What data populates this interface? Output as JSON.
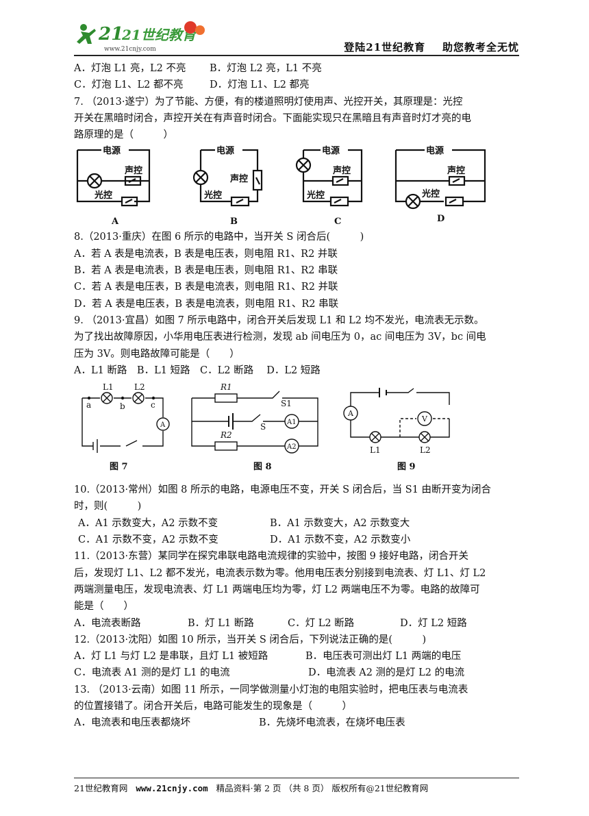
{
  "header": {
    "logo_text": "21世纪教育",
    "logo_url": "www.21cnjy.com",
    "slogan": "登陆21世纪教育    助您教考全无忧"
  },
  "q6_options": {
    "a": "A．灯泡 L1 亮，L2 不亮",
    "b": "B．灯泡 L2 亮，L1 不亮",
    "c": "C．灯泡 L1、L2 都不亮",
    "d": "D．灯泡 L1、L2 都亮"
  },
  "q7": {
    "line1": "7. （2013·遂宁）为了节能、方便，有的楼道照明灯使用声、光控开关，其原理是：光控",
    "line2": "开关在黑暗时闭合，声控开关在有声音时闭合。下面能实现只在黑暗且有声音时灯才亮的电",
    "line3": "路原理的是（　　　）",
    "circuit_labels": {
      "source": "电源",
      "sound": "声控",
      "light": "光控"
    },
    "captions": [
      "A",
      "B",
      "C",
      "D"
    ]
  },
  "q8": {
    "stem": "8.（2013·重庆）在图 6 所示的电路中，当开关 S 闭合后(　　　)",
    "a": "A．若 A 表是电流表，B 表是电压表，则电阻 R1、R2 并联",
    "b": "B．若 A 表是电流表，B 表是电压表，则电阻 R1、R2 串联",
    "c": "C．若 A 表是电压表，B 表是电流表，则电阻 R1、R2 并联",
    "d": "D．若 A 表是电压表，B 表是电流表，则电阻 R1、R2 串联"
  },
  "q9": {
    "line1": "9. （2013·宜昌）如图 7 所示电路中，闭合开关后发现 L1 和 L2 均不发光，电流表无示数。",
    "line2": "为了找出故障原因，小华用电压表进行检测，发现 ab 间电压为 0，ac 间电压为 3V，bc 间电",
    "line3": "压为 3V。则电路故障可能是（　　）",
    "options": "A．L1 断路　B．L1 短路　C．L2 断路　 D．L2 短路"
  },
  "figures": {
    "fig7": {
      "caption": "图 7",
      "labels": [
        "L1",
        "L2",
        "a",
        "b",
        "c",
        "A"
      ]
    },
    "fig8": {
      "caption": "图 8",
      "labels": [
        "R1",
        "S1",
        "S",
        "A1",
        "R2",
        "A2"
      ]
    },
    "fig9": {
      "caption": "图 9",
      "labels": [
        "A",
        "V",
        "L1",
        "L2"
      ]
    }
  },
  "q10": {
    "line1": "10.（2013·常州）如图 8 所示的电路，电源电压不变，开关 S 闭合后，当 S1 由断开变为闭合",
    "line2": "时，则(　　　)",
    "a": "A．A1 示数变大，A2 示数不变",
    "b": "B．A1 示数变大，A2 示数变大",
    "c": "C．A1 示数不变，A2 示数不变",
    "d": "D．A1 示数不变，A2 示数变小"
  },
  "q11": {
    "line1": "11.（2013·东营）某同学在探究串联电路电流规律的实验中，按图 9 接好电路，闭合开关",
    "line2": "后，发现灯 L1、L2 都不发光，电流表示数为零。他用电压表分别接到电流表、灯 L1、灯 L2",
    "line3": "两端测量电压，发现电流表、灯 L1 两端电压均为零，灯 L2 两端电压不为零。电路的故障可",
    "line4": "能是（　　）",
    "a": "A．电流表断路",
    "b": "B．灯 L1 断路",
    "c": "C．灯 L2 断路",
    "d": "D．灯 L2 短路"
  },
  "q12": {
    "stem": "12.（2013·沈阳）如图 10 所示，当开关 S 闭合后，下列说法正确的是(　　　)",
    "a": "A．灯 L1 与灯 L2 是串联，且灯 L1 被短路",
    "b": "B．电压表可测出灯 L1 两端的电压",
    "c": "C．电流表 A1 测的是灯 L1 的电流",
    "d": "D．电流表 A2 测的是灯 L2 的电流"
  },
  "q13": {
    "line1": "13. （2013·云南）如图 11 所示，一同学做测量小灯泡的电阻实验时，把电压表与电流表",
    "line2": "的位置接错了。闭合开关后，电路可能发生的现象是（　　　）",
    "a": "A．电流表和电压表都烧坏",
    "b": "B．先烧坏电流表，在烧坏电压表"
  },
  "footer": {
    "site": "21世纪教育网",
    "url": "www.21cnjy.com",
    "info": "精品资料·第 2 页 （共 8 页） 版权所有@21世纪教育网"
  }
}
